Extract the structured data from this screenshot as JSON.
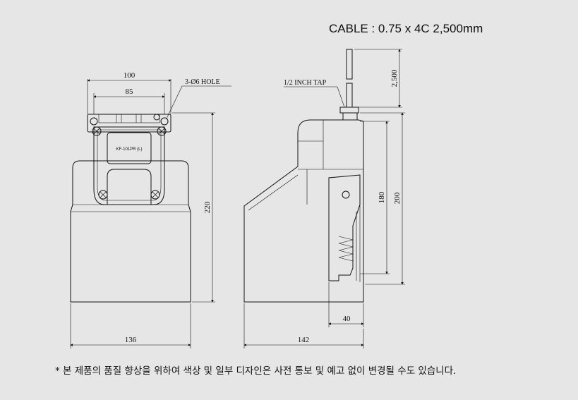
{
  "header": {
    "cable_spec": "CABLE : 0.75 x 4C  2,500mm"
  },
  "front_view": {
    "dim_width_top": "100",
    "dim_hole_pitch": "85",
    "hole_note": "3-Ø6 HOLE",
    "model_label": "KF-101PR (L)",
    "dim_height": "220",
    "dim_width_bottom": "136"
  },
  "side_view": {
    "tap_note": "1/2 INCH TAP",
    "dim_cable": "2,500",
    "dim_180": "180",
    "dim_200": "200",
    "dim_40": "40",
    "dim_width_bottom": "142"
  },
  "footnote": "* 본 제품의 품질 향상을 위하여 색상 및 일부 디자인은 사전 통보 및 예고 없이 변경될 수도 있습니다."
}
